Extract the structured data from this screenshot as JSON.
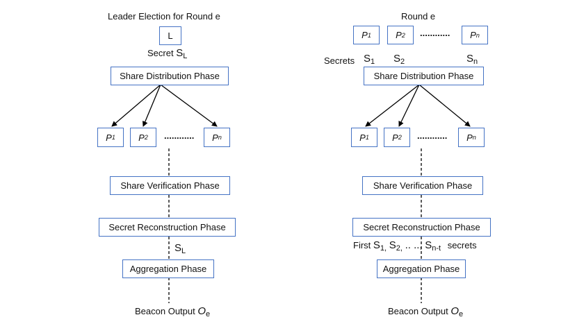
{
  "left": {
    "title": "Leader Election for Round e",
    "leader_box": "L",
    "secret_label": "Secret",
    "secret_symbol": "S",
    "secret_sub": "L",
    "share_distribution": "Share Distribution Phase",
    "nodes": [
      {
        "label": "P",
        "sub": "1"
      },
      {
        "label": "P",
        "sub": "2"
      },
      {
        "label": "P",
        "sub": "n"
      }
    ],
    "dots": "............",
    "share_verification": "Share  Verification Phase",
    "secret_reconstruction": "Secret  Reconstruction Phase",
    "recon_output_symbol": "S",
    "recon_output_sub": "L",
    "aggregation": "Aggregation Phase",
    "beacon_label": "Beacon Output",
    "beacon_symbol": "O",
    "beacon_sub": "e"
  },
  "right": {
    "title": "Round e",
    "top_nodes": [
      {
        "label": "P",
        "sub": "1"
      },
      {
        "label": "P",
        "sub": "2"
      },
      {
        "label": "P",
        "sub": "n"
      }
    ],
    "top_dots": "............",
    "secrets_label": "Secrets",
    "secrets": [
      {
        "symbol": "S",
        "sub": "1"
      },
      {
        "symbol": "S",
        "sub": "2"
      },
      {
        "symbol": "S",
        "sub": "n"
      }
    ],
    "share_distribution": "Share Distribution Phase",
    "nodes": [
      {
        "label": "P",
        "sub": "1"
      },
      {
        "label": "P",
        "sub": "2"
      },
      {
        "label": "P",
        "sub": "n"
      }
    ],
    "dots": "............",
    "share_verification": "Share  Verification Phase",
    "secret_reconstruction": "Secret  Reconstruction Phase",
    "first_label": "First",
    "first_s1": "S",
    "first_s1_sub": "1,",
    "first_s2": "S",
    "first_s2_sub": "2,",
    "first_ellipsis": "..  ..,",
    "first_snt": "S",
    "first_snt_sub": "n-t",
    "first_tail": "secrets",
    "aggregation": "Aggregation Phase",
    "beacon_label": "Beacon Output",
    "beacon_symbol": "O",
    "beacon_sub": "e"
  },
  "colors": {
    "box_border": "#4472c4",
    "line": "#000000"
  }
}
